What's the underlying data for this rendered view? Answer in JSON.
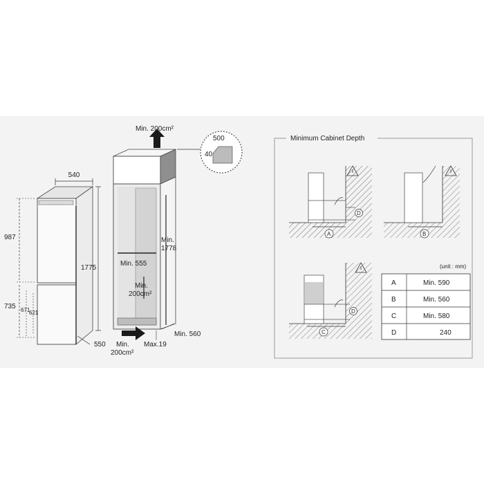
{
  "colors": {
    "background": "#f3f3f3",
    "line": "#333333",
    "cabinet_inner": "#d9d9d9",
    "cabinet_top": "#8a8a8a",
    "arrow": "#1a1a1a",
    "panel_border": "#9a9a9a"
  },
  "fridge": {
    "width_top": "540",
    "height_upper": "987",
    "height_total": "1775",
    "height_lower": "735",
    "door_671": "671",
    "door_621": "621",
    "depth_bottom": "550"
  },
  "cabinet": {
    "vent_top": "Min. 200cm²",
    "detail_500": "500",
    "detail_40": "40",
    "inner_width": "Min. 555",
    "height_a": "Min.",
    "height_b": "1778",
    "vent_mid_a": "Min.",
    "vent_mid_b": "200cm²",
    "vent_bottom_a": "Min.",
    "vent_bottom_b": "200cm²",
    "max_gap": "Max.19",
    "depth": "Min. 560"
  },
  "depth_panel": {
    "title": "Minimum Cabinet Depth",
    "unit": "(unit : mm)",
    "markers": {
      "A": "A",
      "B": "B",
      "C": "C",
      "D": "D"
    },
    "rows": [
      {
        "key": "A",
        "value": "Min. 590"
      },
      {
        "key": "B",
        "value": "Min. 560"
      },
      {
        "key": "C",
        "value": "Min. 580"
      },
      {
        "key": "D",
        "value": "240"
      }
    ]
  }
}
